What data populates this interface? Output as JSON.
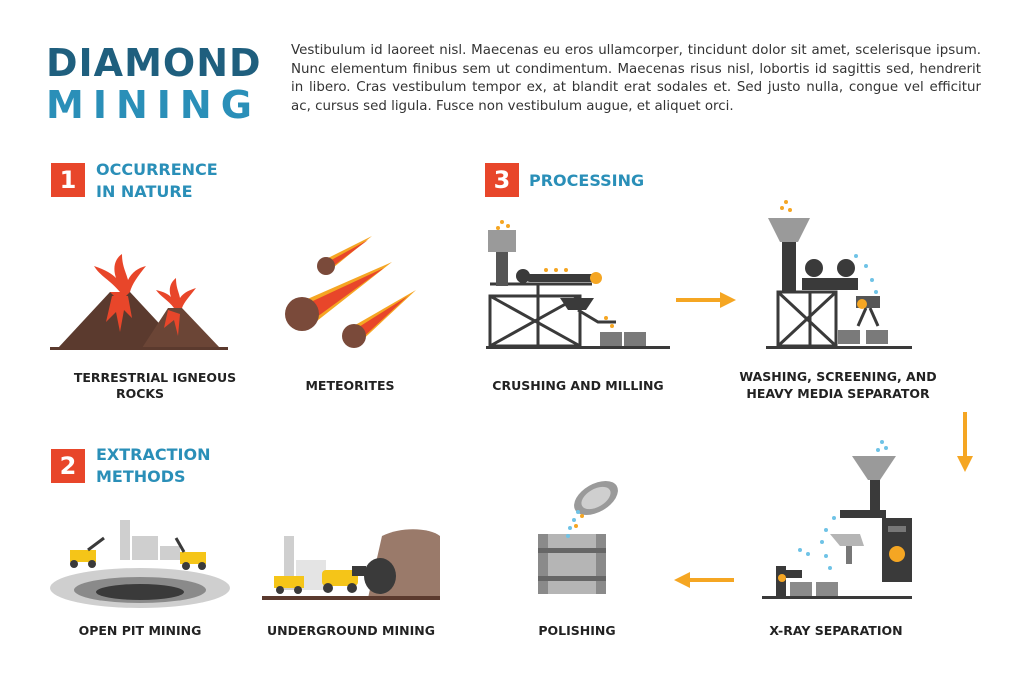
{
  "title": {
    "line1": "DIAMOND",
    "line2": "MINING"
  },
  "intro": "Vestibulum id laoreet nisl. Maecenas eu eros ullamcorper, tincidunt dolor sit amet, scelerisque ipsum. Nunc elementum finibus sem ut condimentum. Maecenas risus nisl, lobortis id sagittis sed, hendrerit in libero. Cras vestibulum tempor ex, at blandit erat sodales et. Sed justo nulla, congue vel efficitur ac, cursus sed ligula. Fusce non vestibulum augue, et aliquet orci.",
  "sections": {
    "s1": {
      "num": "1",
      "title_l1": "OCCURRENCE",
      "title_l2": "IN NATURE"
    },
    "s2": {
      "num": "2",
      "title_l1": "EXTRACTION",
      "title_l2": "METHODS"
    },
    "s3": {
      "num": "3",
      "title_l1": "PROCESSING"
    }
  },
  "labels": {
    "igneous_l1": "TERRESTRIAL IGNEOUS",
    "igneous_l2": "ROCKS",
    "meteorites": "METEORITES",
    "crushing": "CRUSHING AND MILLING",
    "washing_l1": "WASHING, SCREENING, AND",
    "washing_l2": "HEAVY MEDIA SEPARATOR",
    "open_pit": "OPEN PIT MINING",
    "underground": "UNDERGROUND MINING",
    "polishing": "POLISHING",
    "xray": "X-RAY SEPARATION"
  },
  "colors": {
    "title_dark": "#1f5f7e",
    "title_light": "#2a8fb8",
    "number_box": "#e8462a",
    "arrow": "#f5a623",
    "machine": "#3a3a3a"
  }
}
